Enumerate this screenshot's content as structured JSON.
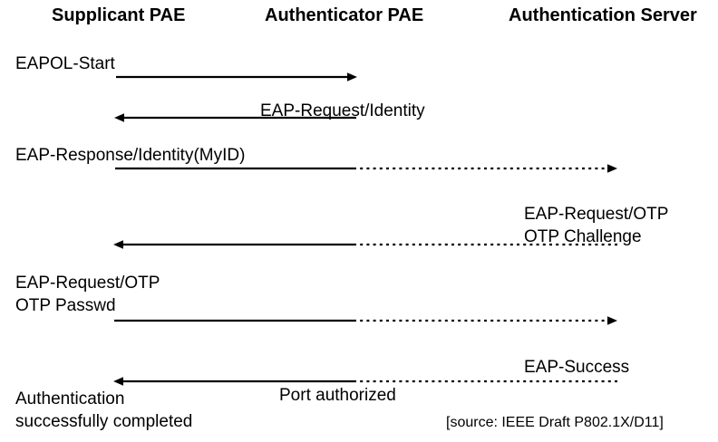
{
  "diagram": {
    "title_columns": [
      {
        "id": "supplicant",
        "label": "Supplicant PAE"
      },
      {
        "id": "authenticator",
        "label": "Authenticator PAE"
      },
      {
        "id": "server",
        "label": "Authentication Server"
      }
    ],
    "messages": [
      {
        "id": "eapol-start",
        "label": "EAPOL-Start",
        "direction": "right",
        "span": "supplicant-authenticator"
      },
      {
        "id": "eap-req-identity",
        "label": "EAP-Request/Identity",
        "direction": "left",
        "span": "authenticator-supplicant"
      },
      {
        "id": "eap-resp-identity",
        "label": "EAP-Response/Identity(MyID)",
        "direction": "right",
        "span": "supplicant-server"
      },
      {
        "id": "eap-req-otp-line1",
        "label": "EAP-Request/OTP",
        "direction": "left",
        "span": "server-supplicant"
      },
      {
        "id": "eap-req-otp-line2",
        "label": "OTP Challenge",
        "direction": "left",
        "span": "server-supplicant"
      },
      {
        "id": "otp-passwd-line1",
        "label": "EAP-Request/OTP",
        "direction": "right",
        "span": "supplicant-server"
      },
      {
        "id": "otp-passwd-line2",
        "label": "OTP Passwd",
        "direction": "right",
        "span": "supplicant-server"
      },
      {
        "id": "eap-success",
        "label": "EAP-Success",
        "direction": "left",
        "span": "server-supplicant"
      },
      {
        "id": "port-authorized",
        "label": "Port authorized",
        "direction": "left",
        "span": "authenticator-supplicant"
      },
      {
        "id": "auth-complete-l1",
        "label": "Authentication",
        "direction": "none",
        "span": "supplicant"
      },
      {
        "id": "auth-complete-l2",
        "label": "successfully completed",
        "direction": "none",
        "span": "supplicant"
      }
    ],
    "source_note": "[source: IEEE Draft P802.1X/D11]",
    "colors": {
      "background": "#ffffff",
      "ink": "#000000"
    }
  }
}
